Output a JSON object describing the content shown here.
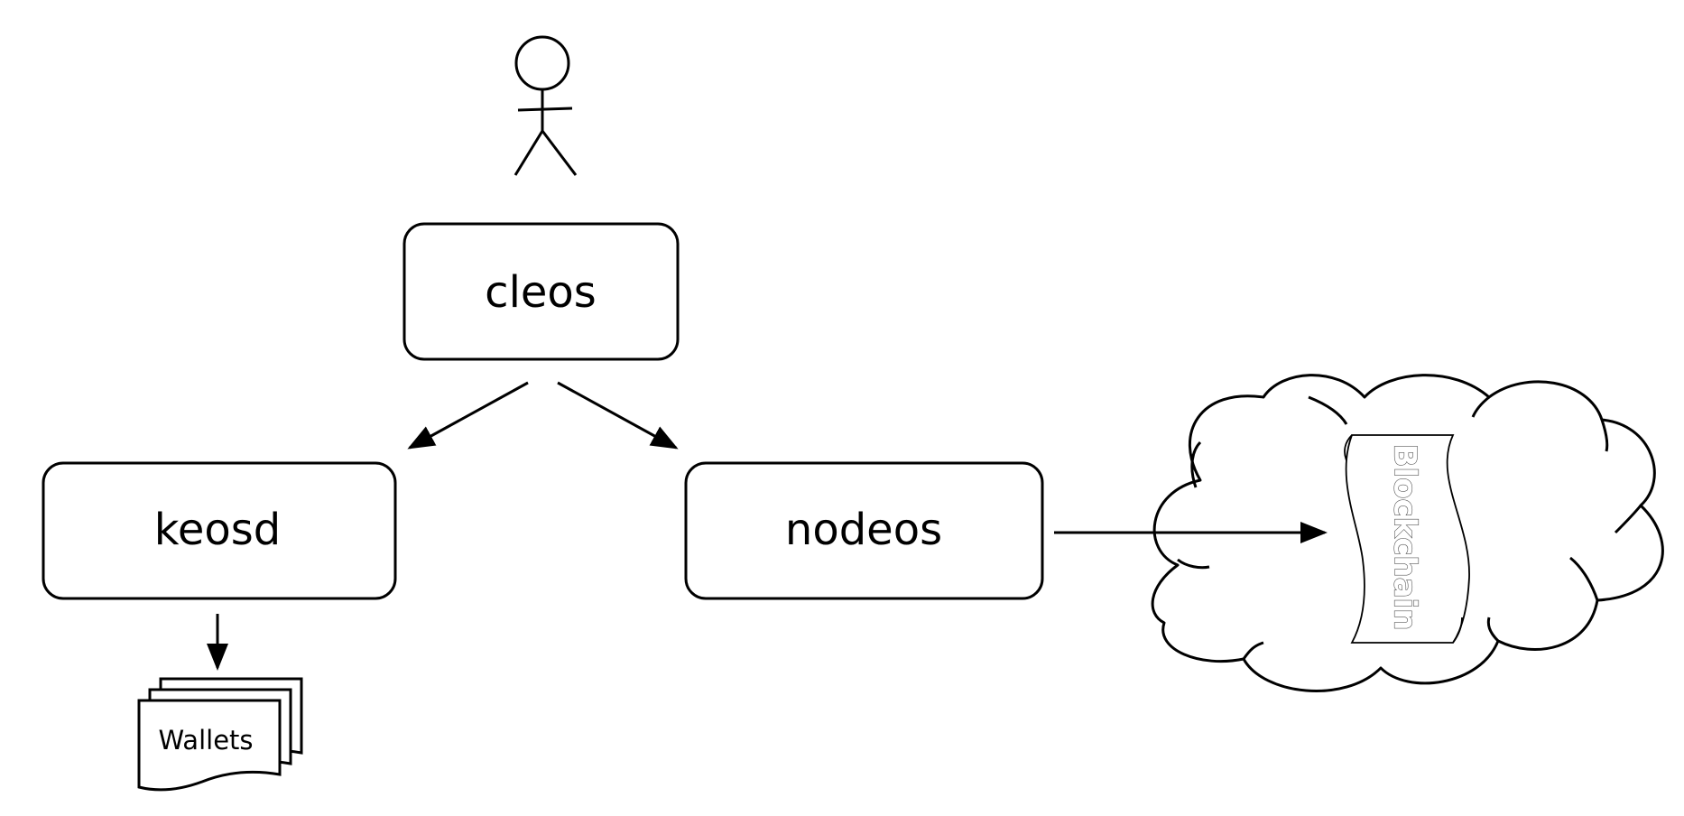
{
  "nodes": {
    "cleos": "cleos",
    "keosd": "keosd",
    "nodeos": "nodeos"
  },
  "wallets": {
    "label": "Wallets"
  },
  "blockchain": {
    "label": "Blockchain"
  },
  "icons": {
    "user": "stick-figure-user-icon",
    "wallets": "document-stack-icon",
    "network": "cloud-icon",
    "ledger": "scroll-icon"
  },
  "colors": {
    "stroke": "#000000",
    "background": "#ffffff",
    "chain_text_outline": "#555555"
  }
}
